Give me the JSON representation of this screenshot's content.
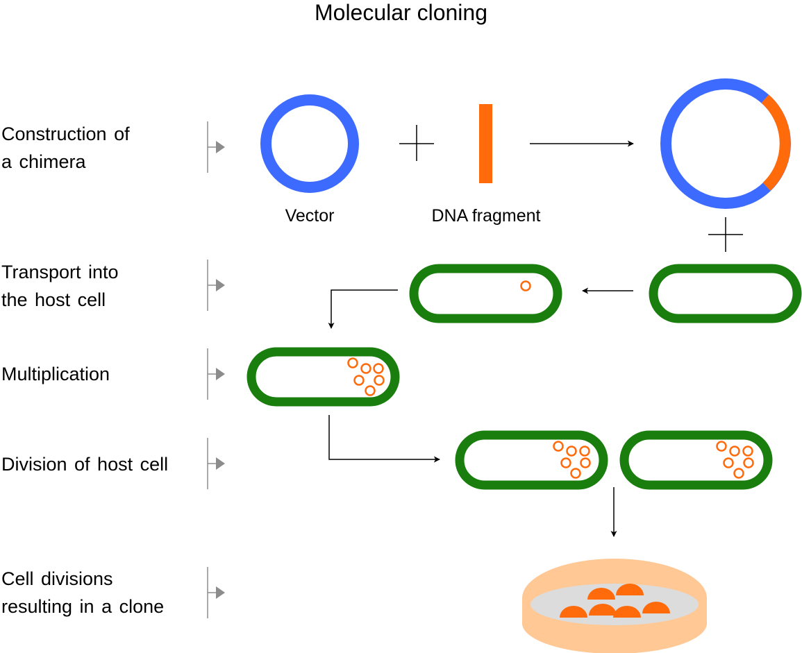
{
  "title": "Molecular cloning",
  "steps": [
    {
      "line1": "Construction of",
      "line2": "a chimera"
    },
    {
      "line1": "Transport into",
      "line2": "the host cell"
    },
    {
      "line1": "Multiplication",
      "line2": ""
    },
    {
      "line1": "Division of host cell",
      "line2": ""
    },
    {
      "line1": "Cell divisions",
      "line2": "resulting in a clone"
    }
  ],
  "captions": {
    "vector": "Vector",
    "dna_fragment": "DNA fragment"
  },
  "colors": {
    "vector": "#3d6bff",
    "dna": "#ff6a0b",
    "cell": "#1a7e0e",
    "dish": "#ffc895",
    "agar": "#dcdcdc",
    "step_arrow": "#8c8c8c",
    "flow_arrow": "#000000"
  }
}
